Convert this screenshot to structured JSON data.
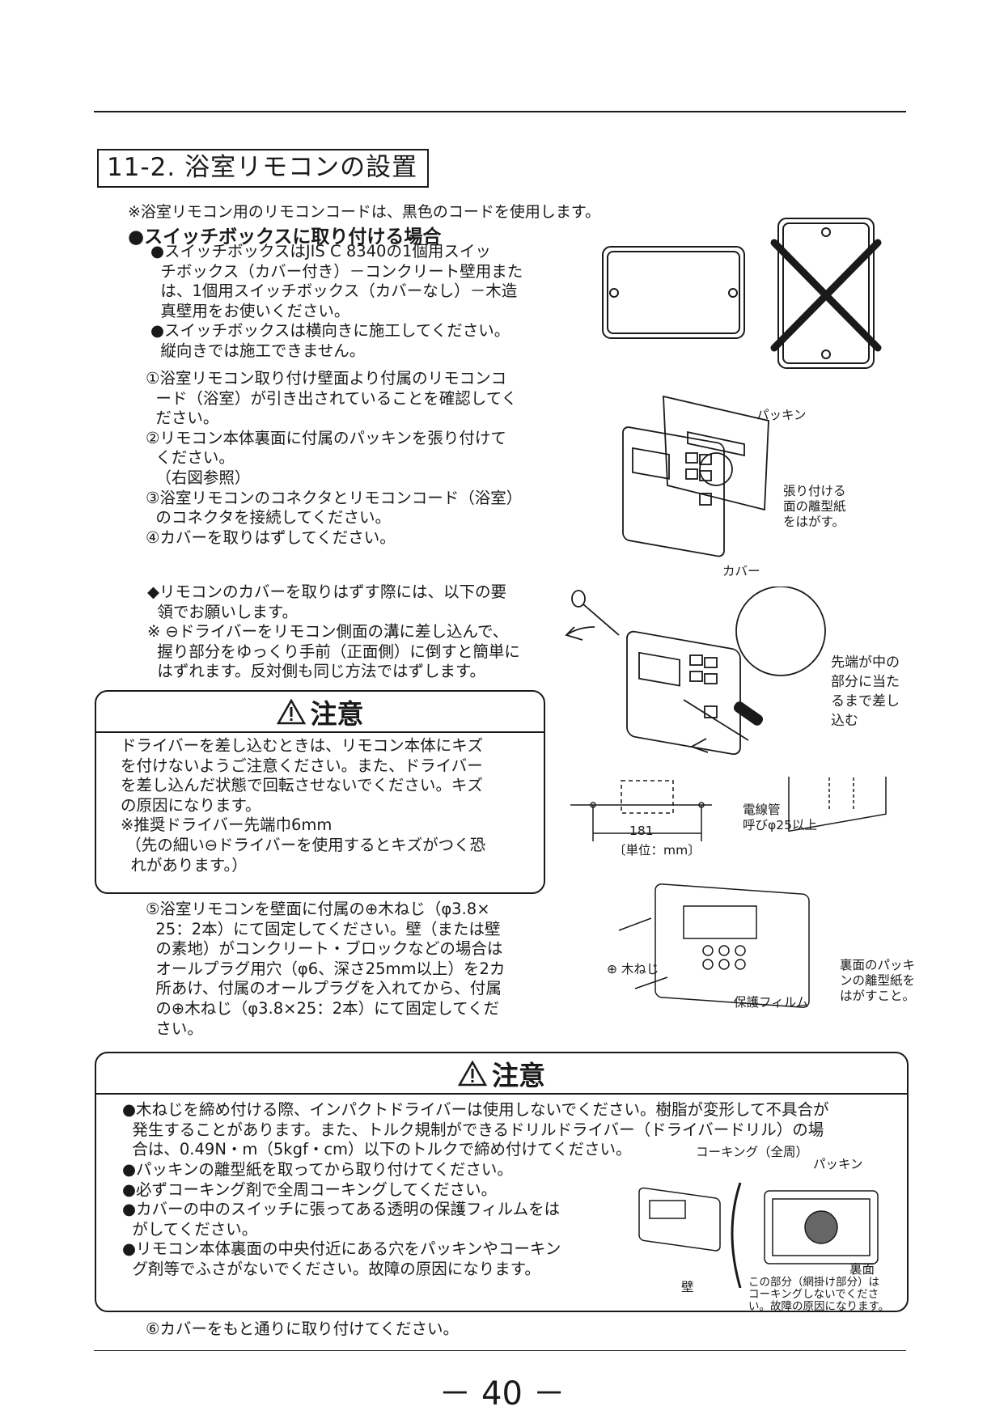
{
  "section": {
    "title": "11-2. 浴室リモコンの設置"
  },
  "intro_note": "※浴室リモコン用のリモコンコードは、黒色のコードを使用します。",
  "heading": "●スイッチボックスに取り付ける場合",
  "procedure": {
    "block1": "●スイッチボックスはJIS C 8340の1個用スイッ\n  チボックス（カバー付き）－コンクリート壁用また\n  は、1個用スイッチボックス（カバーなし）－木造\n  真壁用をお使いください。\n●スイッチボックスは横向きに施工してください。\n  縦向きでは施工できません。",
    "block2": "①浴室リモコン取り付け壁面より付属のリモコンコ\n  ード（浴室）が引き出されていることを確認してく\n  ださい。\n②リモコン本体裏面に付属のパッキンを張り付けて\n  ください。\n  （右図参照）\n③浴室リモコンのコネクタとリモコンコード（浴室）\n  のコネクタを接続してください。\n④カバーを取りはずしてください。",
    "block3": "◆リモコンのカバーを取りはずす際には、以下の要\n  領でお願いします。\n※ ⊖ドライバーをリモコン側面の溝に差し込んで、\n  握り部分をゆっくり手前（正面側）に倒すと簡単に\n  はずれます。反対側も同じ方法ではずします。",
    "block4": "⑤浴室リモコンを壁面に付属の⊕木ねじ（φ3.8×\n  25：2本）にて固定してください。壁（または壁\n  の素地）がコンクリート・ブロックなどの場合は\n  オールプラグ用穴（φ6、深さ25mm以上）を2カ\n  所あけ、付属のオールプラグを入れてから、付属\n  の⊕木ねじ（φ3.8×25：2本）にて固定してくだ\n  さい。",
    "step6": "⑥カバーをもと通りに取り付けてください。"
  },
  "caution1": {
    "title": "注意",
    "body": "ドライバーを差し込むときは、リモコン本体にキズ\nを付けないようご注意ください。また、ドライバー\nを差し込んだ状態で回転させないでください。キズ\nの原因になります。\n※推奨ドライバー先端巾6mm\n （先の細い⊖ドライバーを使用するとキズがつく恐\n  れがあります。）"
  },
  "caution2": {
    "title": "注意",
    "body_top": "●木ねじを締め付ける際、インパクトドライバーは使用しないでください。樹脂が変形して不具合が\n  発生することがあります。また、トルク規制ができるドリルドライバー（ドライバードリル）の場\n  合は、0.49N・m（5kgf・cm）以下のトルクで締め付けてください。",
    "body_bottom": "●パッキンの離型紙を取ってから取り付けてください。\n●必ずコーキング剤で全周コーキングしてください。\n●カバーの中のスイッチに張ってある透明の保護フィルムをは\n  がしてください。\n●リモコン本体裏面の中央付近にある穴をパッキンやコーキン\n  グ剤等でふさがないでください。故障の原因になります。"
  },
  "figure_labels": {
    "packing": "パッキン",
    "release_paper": "張り付ける\n面の離型紙\nをはがす。",
    "cover": "カバー",
    "tip_insert": "先端が中の\n部分に当た\nるまで差し\n込む",
    "dimension": "181",
    "unit": "〔単位：mm〕",
    "conduit": "電線管\n呼びφ25以上",
    "wood_screw": "⊕ 木ねじ",
    "back_packing": "裏面のパッキ\nンの離型紙を\nはがすこと。",
    "protect_film": "保護フィルム",
    "caulking": "コーキング（全周）",
    "packing2": "パッキン",
    "back": "裏面",
    "wall": "壁",
    "mesh_note": "この部分（網掛け部分）は\nコーキングしないでくださ\nい。故障の原因になります。"
  },
  "page_number": "－ 40 －"
}
